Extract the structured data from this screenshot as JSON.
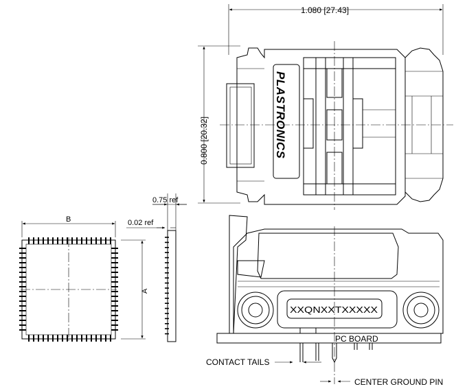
{
  "dimensions": {
    "width": "1.080 [27.43]",
    "height": "0.800 [20.32]",
    "ref_thickness": "0.75 ref",
    "ref_offset": "0.02 ref",
    "chip_b": "B",
    "chip_a": "A"
  },
  "labels": {
    "brand": "PLASTRONICS",
    "part_number": "XXQNXXTXXXXX",
    "pc_board": "PC BOARD",
    "contact_tails": "CONTACT TAILS",
    "center_ground_pin": "CENTER GROUND PIN"
  }
}
